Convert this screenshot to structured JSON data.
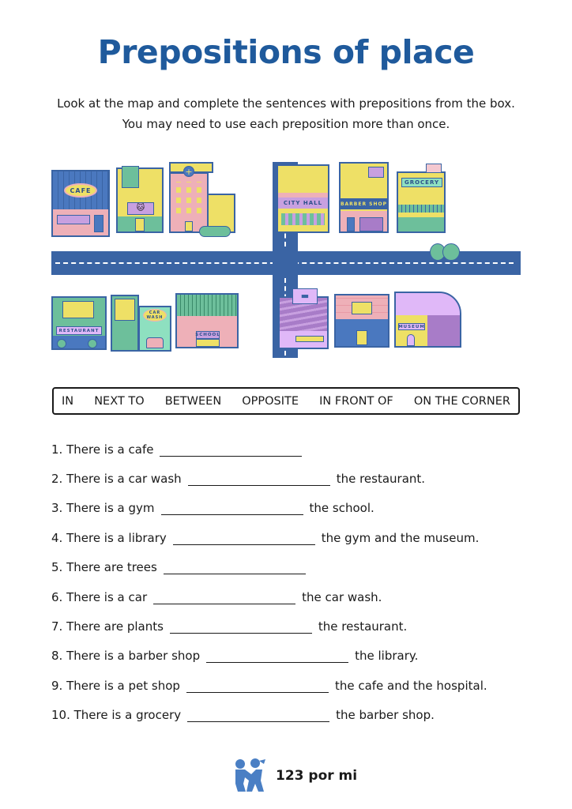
{
  "title": "Prepositions of place",
  "instructions": "Look at the map and complete the sentences with prepositions from the box. You may need to use each preposition more than once.",
  "map": {
    "cafe": "CAFE",
    "city_hall": "CITY HALL",
    "barber_shop": "BARBER SHOP",
    "grocery": "GROCERY",
    "restaurant": "RESTAURANT",
    "car_wash": "CAR WASH",
    "school": "SCHOOL",
    "museum": "MUSEUM"
  },
  "word_box": [
    "IN",
    "NEXT TO",
    "BETWEEN",
    "OPPOSITE",
    "IN FRONT OF",
    "ON THE CORNER"
  ],
  "questions": [
    {
      "before": "1. There is a cafe",
      "after": ""
    },
    {
      "before": "2. There is a car wash",
      "after": "the restaurant."
    },
    {
      "before": "3. There is a gym",
      "after": "the school."
    },
    {
      "before": "4. There is a library",
      "after": "the gym and the museum."
    },
    {
      "before": "5. There are trees",
      "after": ""
    },
    {
      "before": "6. There is a car",
      "after": "the car wash."
    },
    {
      "before": "7. There are plants",
      "after": "the restaurant."
    },
    {
      "before": "8. There is a barber shop",
      "after": "the library."
    },
    {
      "before": "9. There is a pet shop",
      "after": "the cafe and the hospital."
    },
    {
      "before": "10. There is a grocery",
      "after": "the barber shop."
    }
  ],
  "footer": {
    "brand": "123 por mi"
  },
  "colors": {
    "blue": "#3a64a4",
    "title": "#1f5a9c",
    "yellow": "#eee066",
    "pink": "#eeb0b8",
    "green": "#6dbf9b",
    "purple": "#c8a0e0"
  }
}
